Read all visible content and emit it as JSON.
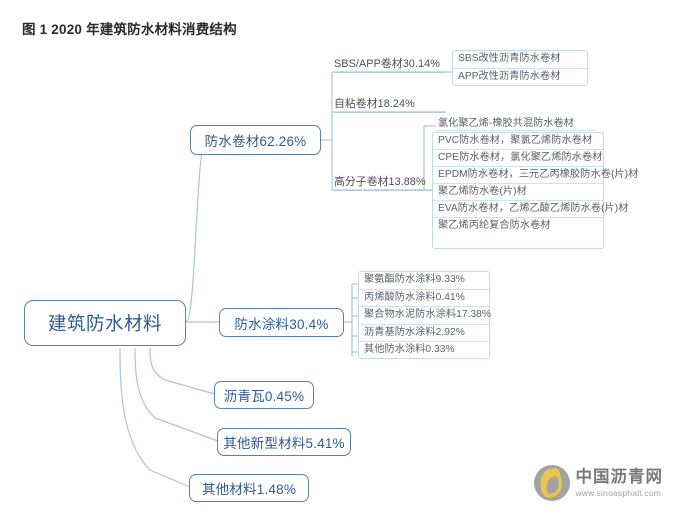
{
  "title": "图 1 2020 年建筑防水材料消费结构",
  "root": {
    "label": "建筑防水材料"
  },
  "branches": [
    {
      "label": "防水卷材62.26%",
      "children": [
        {
          "label": "SBS/APP卷材30.14%",
          "leaves": [
            "SBS改性沥青防水卷材",
            "APP改性沥青防水卷材"
          ]
        },
        {
          "label": "自粘卷材18.24%",
          "leaves": []
        },
        {
          "label": "高分子卷材13.88%",
          "leaves": [
            "氯化聚乙烯-橡胶共混防水卷材",
            "PVC防水卷材，聚氯乙烯防水卷材",
            "CPE防水卷材，氯化聚乙烯防水卷材",
            "EPDM防水卷材，三元乙丙橡胶防水卷(片)材",
            "聚乙烯防水卷(片)材",
            "EVA防水卷材，乙烯乙酸乙烯防水卷(片)材",
            "聚乙烯丙纶复合防水卷材"
          ]
        }
      ]
    },
    {
      "label": "防水涂料30.4%",
      "children": [
        {
          "label": "聚氨酯防水涂料9.33%",
          "leaves": []
        },
        {
          "label": "丙烯酸防水涂料0.41%",
          "leaves": []
        },
        {
          "label": "聚合物水泥防水涂料17.38%",
          "leaves": []
        },
        {
          "label": "沥青基防水涂料2.92%",
          "leaves": []
        },
        {
          "label": "其他防水涂料0.33%",
          "leaves": []
        }
      ]
    },
    {
      "label": "沥青瓦0.45%",
      "children": []
    },
    {
      "label": "其他新型材料5.41%",
      "children": []
    },
    {
      "label": "其他材料1.48%",
      "children": []
    }
  ],
  "logo": {
    "name": "中国沥青网",
    "url": "www.sinoasphalt.com"
  },
  "chart_data": {
    "type": "table",
    "title": "图 1 2020 年建筑防水材料消费结构",
    "categories": [
      "防水卷材",
      "防水涂料",
      "沥青瓦",
      "其他新型材料",
      "其他材料"
    ],
    "values": [
      62.26,
      30.4,
      0.45,
      5.41,
      1.48
    ],
    "unit": "%",
    "subcategories": {
      "防水卷材": [
        {
          "name": "SBS/APP卷材",
          "value": 30.14
        },
        {
          "name": "自粘卷材",
          "value": 18.24
        },
        {
          "name": "高分子卷材",
          "value": 13.88
        }
      ],
      "防水涂料": [
        {
          "name": "聚氨酯防水涂料",
          "value": 9.33
        },
        {
          "name": "丙烯酸防水涂料",
          "value": 0.41
        },
        {
          "name": "聚合物水泥防水涂料",
          "value": 17.38
        },
        {
          "name": "沥青基防水涂料",
          "value": 2.92
        },
        {
          "name": "其他防水涂料",
          "value": 0.33
        }
      ]
    }
  },
  "colors": {
    "node_border": "#5b7fae",
    "node_text": "#2e5b96",
    "connector": "#aac4dd",
    "leaf_text": "#5c6169"
  }
}
